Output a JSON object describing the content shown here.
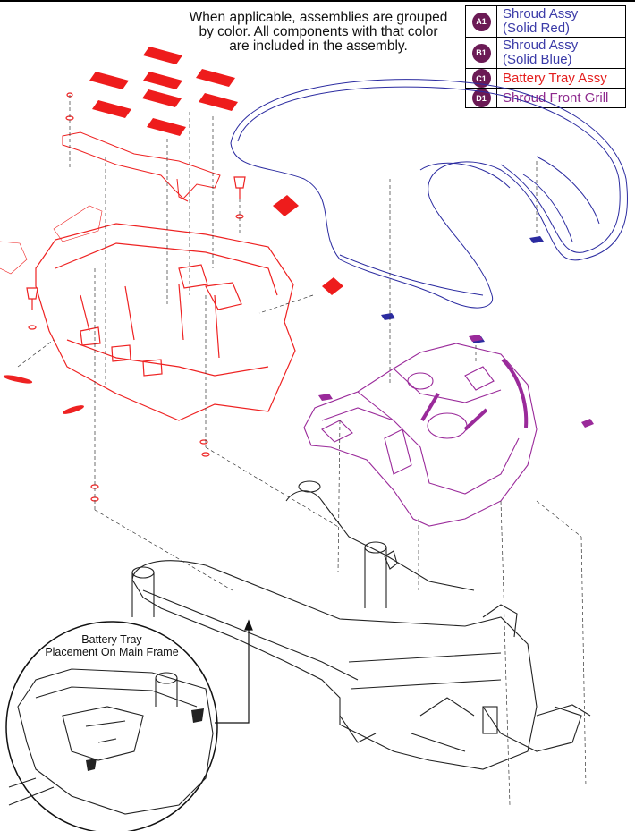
{
  "note": {
    "line1": "When applicable, assemblies are grouped",
    "line2": "by color. All components with that color",
    "line3": "are included in the assembly."
  },
  "legend": [
    {
      "code": "A1",
      "line1": "Shroud Assy",
      "line2": "(Solid Red)",
      "color": "#3b3ba8"
    },
    {
      "code": "B1",
      "line1": "Shroud Assy",
      "line2": "(Solid Blue)",
      "color": "#3b3ba8"
    },
    {
      "code": "C1",
      "line1": "Battery Tray Assy",
      "line2": "",
      "color": "#e41e1e"
    },
    {
      "code": "D1",
      "line1": "Shroud Front Grill",
      "line2": "",
      "color": "#8e2a8e"
    }
  ],
  "inset": {
    "title_line1": "Battery Tray",
    "title_line2": "Placement On Main Frame"
  },
  "colors": {
    "red_part": "#ee2222",
    "blue_part": "#2b2ba0",
    "purple_part": "#9a2a9a",
    "frame": "#222222",
    "badge": "#6b1a55"
  }
}
